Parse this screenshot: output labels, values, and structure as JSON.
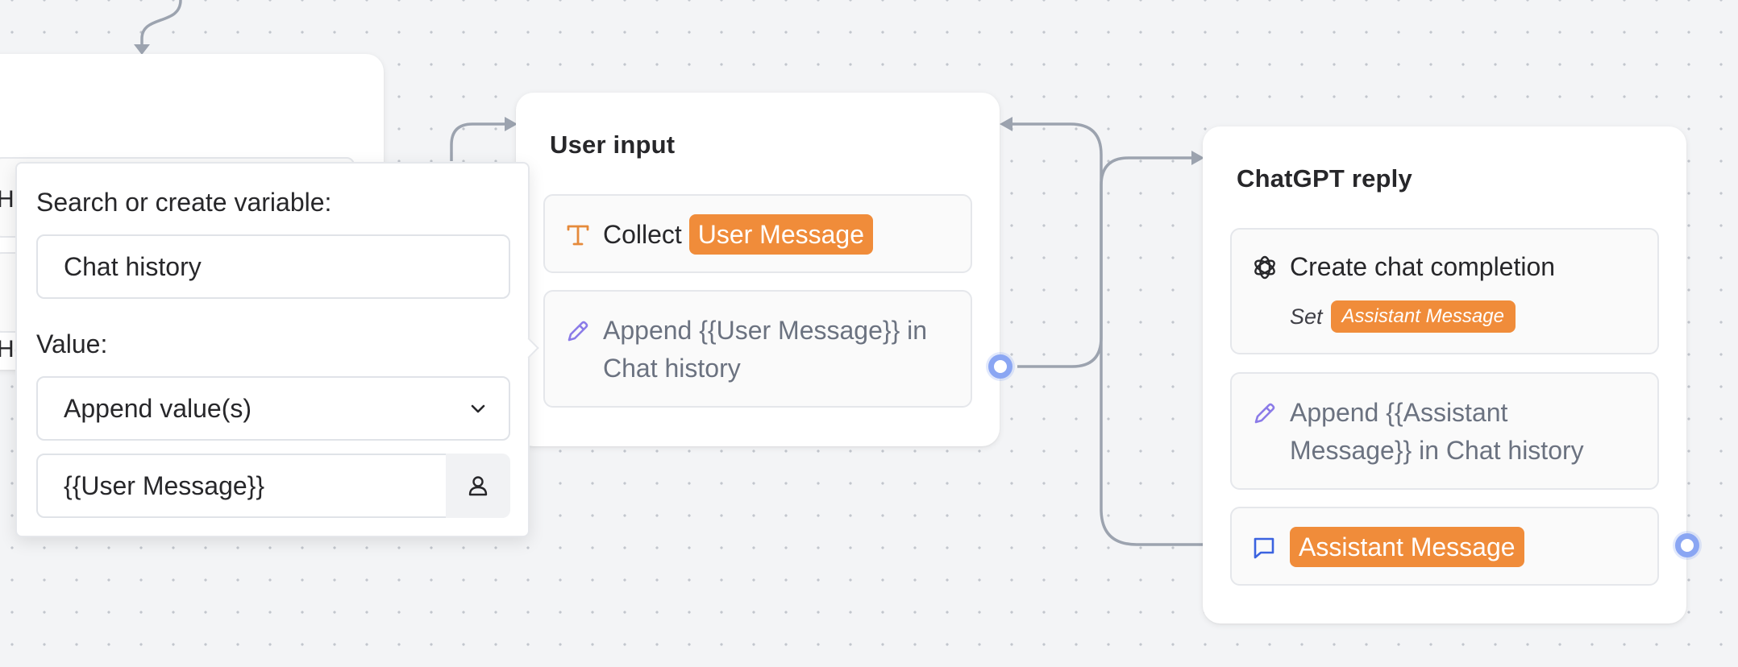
{
  "popover": {
    "search_label": "Search or create variable:",
    "variable_value": "Chat history",
    "value_label": "Value:",
    "operation": "Append value(s)",
    "value_input": "{{User Message}}",
    "variable_button_icon": "user-icon"
  },
  "left_card": {
    "row1_text": "Hi",
    "row2_text": "Ho"
  },
  "user_input_card": {
    "title": "User input",
    "collect_block": {
      "prefix": "Collect",
      "variable": "User Message",
      "icon": "text-t-icon"
    },
    "set_block": {
      "line1": "Append {{User Message}} in",
      "line2": "Chat history",
      "icon": "pencil-icon"
    }
  },
  "chatgpt_card": {
    "title": "ChatGPT reply",
    "openai_block": {
      "title": "Create chat completion",
      "set_word": "Set",
      "variable": "Assistant Message",
      "icon": "openai-icon"
    },
    "set_block": {
      "line1": "Append {{Assistant",
      "line2": "Message}} in Chat history",
      "icon": "pencil-icon"
    },
    "message_block": {
      "variable": "Assistant Message",
      "icon": "chat-bubble-icon"
    }
  },
  "colors": {
    "canvas_bg": "#f3f4f6",
    "variable_tag": "#f08c3a",
    "edge": "#9ca3af",
    "handle": "#8aa6f3"
  }
}
